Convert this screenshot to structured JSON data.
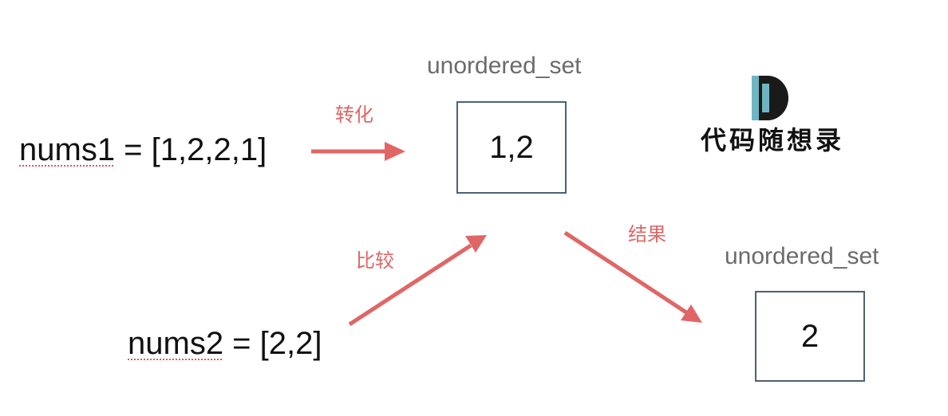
{
  "nums1": {
    "name": "nums1",
    "rest": " = [1,2,2,1]"
  },
  "nums2": {
    "name": "nums2",
    "rest": " = [2,2]"
  },
  "set1": {
    "label": "unordered_set",
    "value": "1,2"
  },
  "set2": {
    "label": "unordered_set",
    "value": "2"
  },
  "edges": {
    "convert": "转化",
    "compare": "比较",
    "result": "结果"
  },
  "logo": {
    "text": "代码随想录"
  },
  "colors": {
    "arrow": "#e06666",
    "box_border": "#4a6274",
    "logo_teal": "#6fb5c1",
    "logo_dark": "#1a1a1a"
  }
}
